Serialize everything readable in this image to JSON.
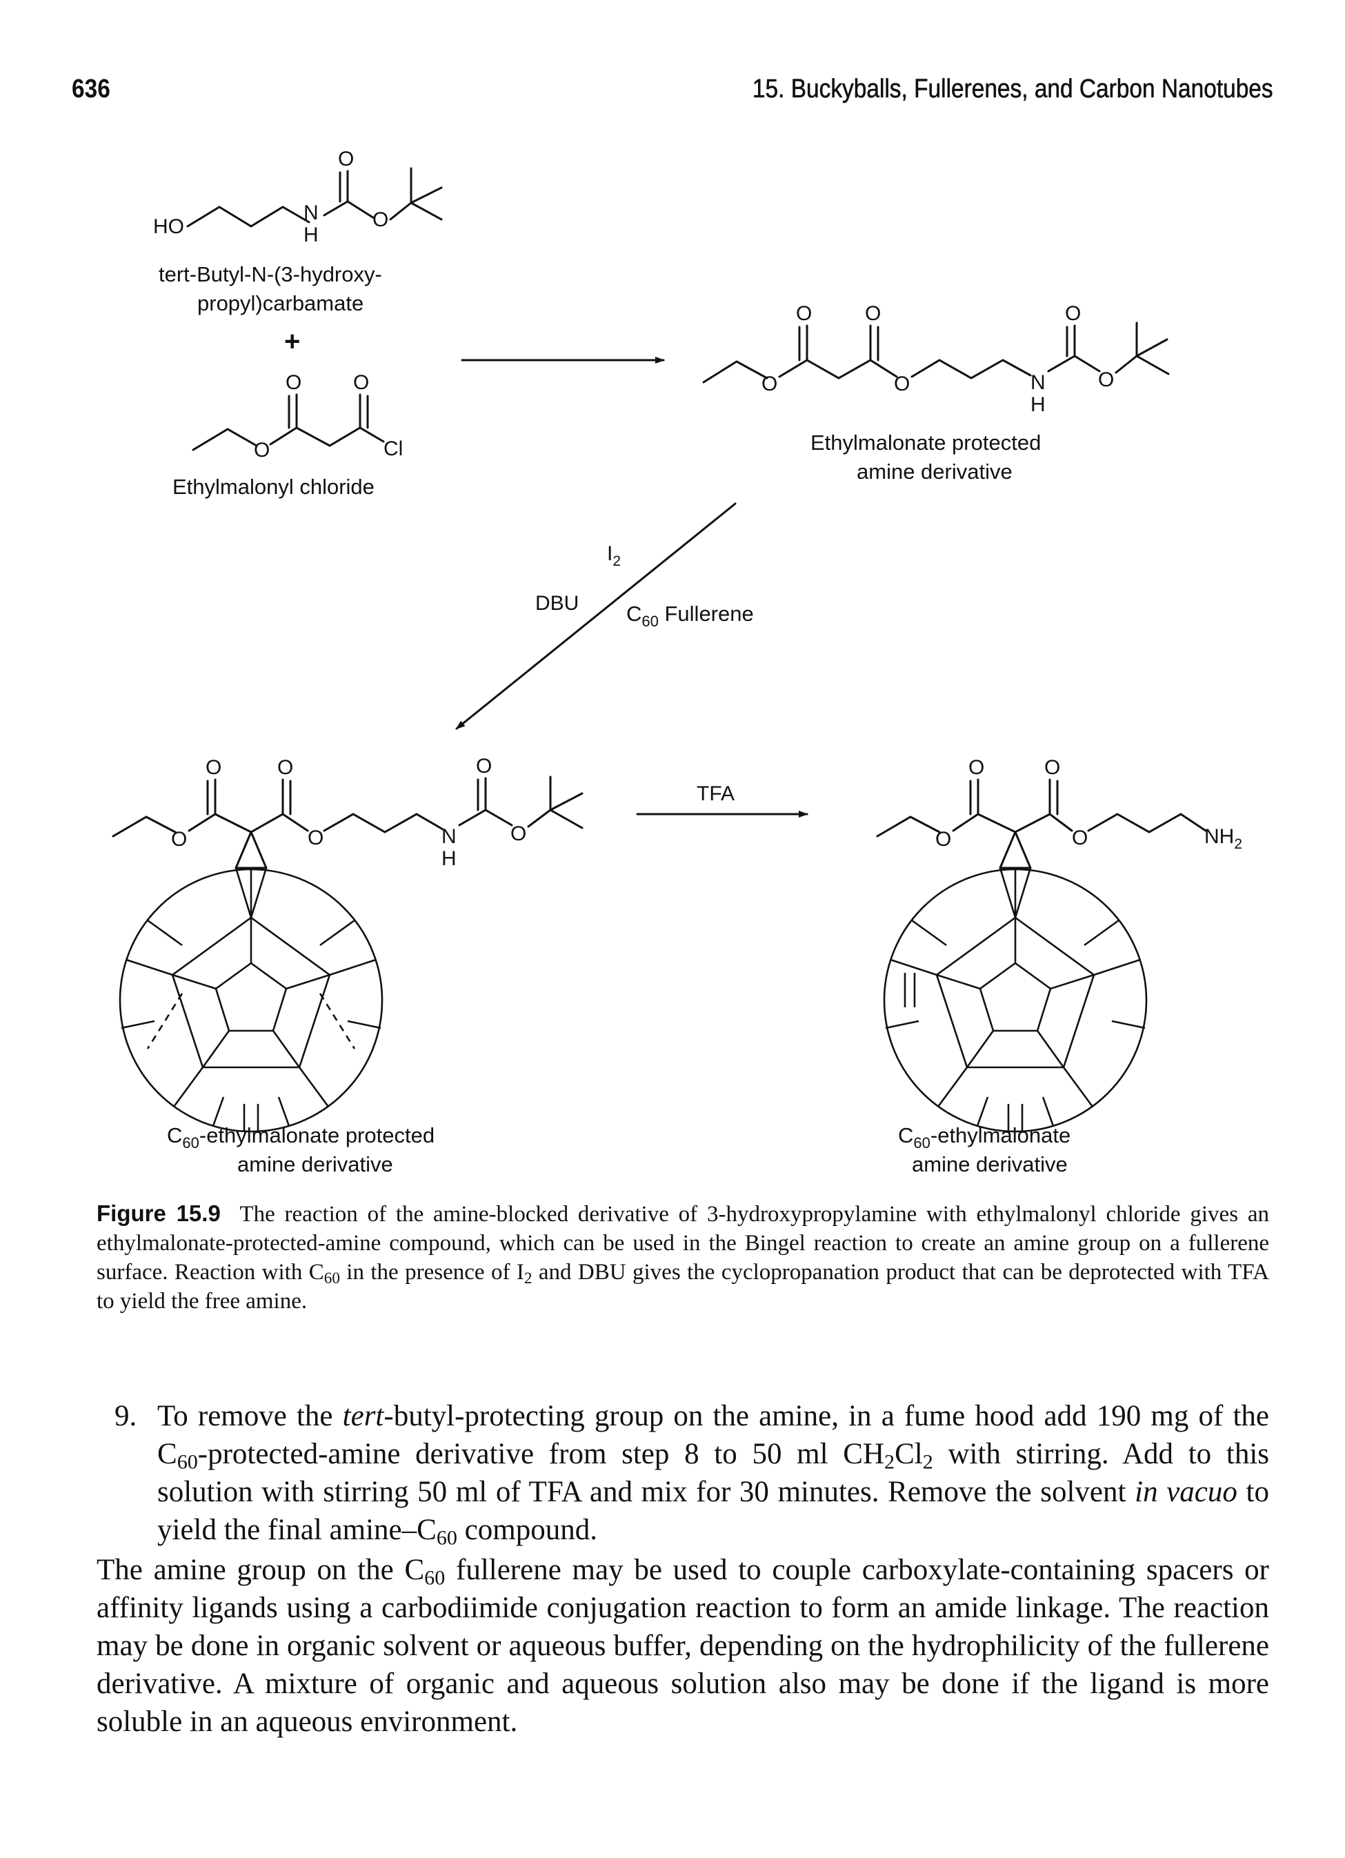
{
  "header": {
    "page_number": "636",
    "running_head": "15. Buckyballs, Fullerenes, and Carbon Nanotubes"
  },
  "figure": {
    "reagent1_name_line1": "tert-Butyl-N-(3-hydroxy-",
    "reagent1_name_line2": "propyl)carbamate",
    "plus_sign": "+",
    "reagent2_name": "Ethylmalonyl chloride",
    "product1_name_line1": "Ethylmalonate protected",
    "product1_name_line2": "amine derivative",
    "condition_i2": "I",
    "condition_i2_sub": "2",
    "condition_dbu": "DBU",
    "condition_c60": "C",
    "condition_c60_sub": "60",
    "condition_fullerene": " Fullerene",
    "condition_tfa": "TFA",
    "product2_name_line1_pre": "C",
    "product2_name_line1_sub": "60",
    "product2_name_line1_post": "-ethylmalonate protected",
    "product2_name_line2": "amine derivative",
    "product3_name_line1_pre": "C",
    "product3_name_line1_sub": "60",
    "product3_name_line1_post": "-ethylmalonate",
    "product3_name_line2": "amine derivative",
    "atoms": {
      "ho": "HO",
      "n": "N",
      "h": "H",
      "o": "O",
      "cl": "Cl",
      "nh": "NH",
      "nh_sub": "2"
    }
  },
  "caption": {
    "label": "Figure 15.9",
    "text_1": "The reaction of the amine-blocked derivative of 3-hydroxypropylamine with ethylmalonyl chloride gives an ethylmalonate-protected-amine compound, which can be used in the Bingel reaction to create an amine group on a fullerene surface. Reaction with C",
    "sub_1": "60",
    "text_2": " in the presence of I",
    "sub_2": "2",
    "text_3": " and DBU gives the cyclopropanation product that can be deprotected with TFA to yield the free amine."
  },
  "step9": {
    "number": "9.",
    "t1": "To remove the ",
    "t1_italic": "tert",
    "t2": "-butyl-protecting group on the amine, in a fume hood add 190 mg of the C",
    "s1": "60",
    "t3": "-protected-amine derivative from step 8 to 50 ml CH",
    "s2": "2",
    "t4": "Cl",
    "s3": "2",
    "t5": " with stirring. Add to this solution with stirring 50 ml of TFA and mix for 30 minutes. Remove the solvent ",
    "t5_italic": "in vacuo",
    "t6": " to yield the final amine–C",
    "s4": "60",
    "t7": " compound."
  },
  "paragraph": {
    "t1": "The amine group on the C",
    "s1": "60",
    "t2": " fullerene may be used to couple carboxylate-containing spacers or affinity ligands using a carbodiimide conjugation reaction to form an amide linkage. The reaction may be done in organic solvent or aqueous buffer, depending on the hydrophilicity of the fullerene derivative. A mixture of organic and aqueous solution also may be done if the ligand is more soluble in an aqueous environment."
  }
}
